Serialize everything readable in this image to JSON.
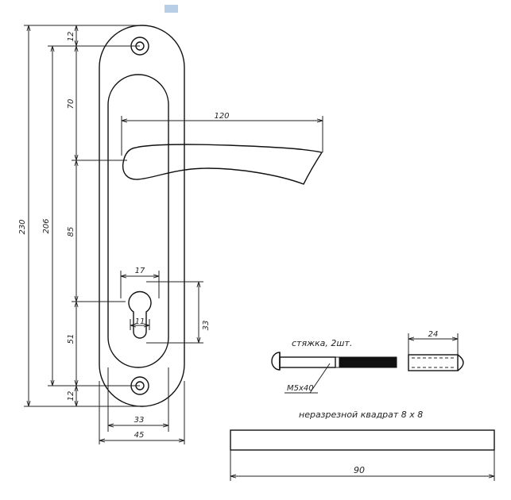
{
  "dimensions": {
    "top_hole": "12",
    "upper_span": "70",
    "handle_length": "120",
    "mid_span": "85",
    "holes_distance": "206",
    "overall_height": "230",
    "cyl_width": "17",
    "cyl_pin": "11",
    "cyl_height": "33",
    "lower_span": "51",
    "bottom_hole": "12",
    "plate_inner_width": "33",
    "plate_width": "45",
    "tie_len": "24",
    "square_len": "90"
  },
  "labels": {
    "tie_note": "стяжка, 2шт.",
    "screw": "M5x40",
    "square_note": "неразрезной квадрат  8 x 8"
  }
}
